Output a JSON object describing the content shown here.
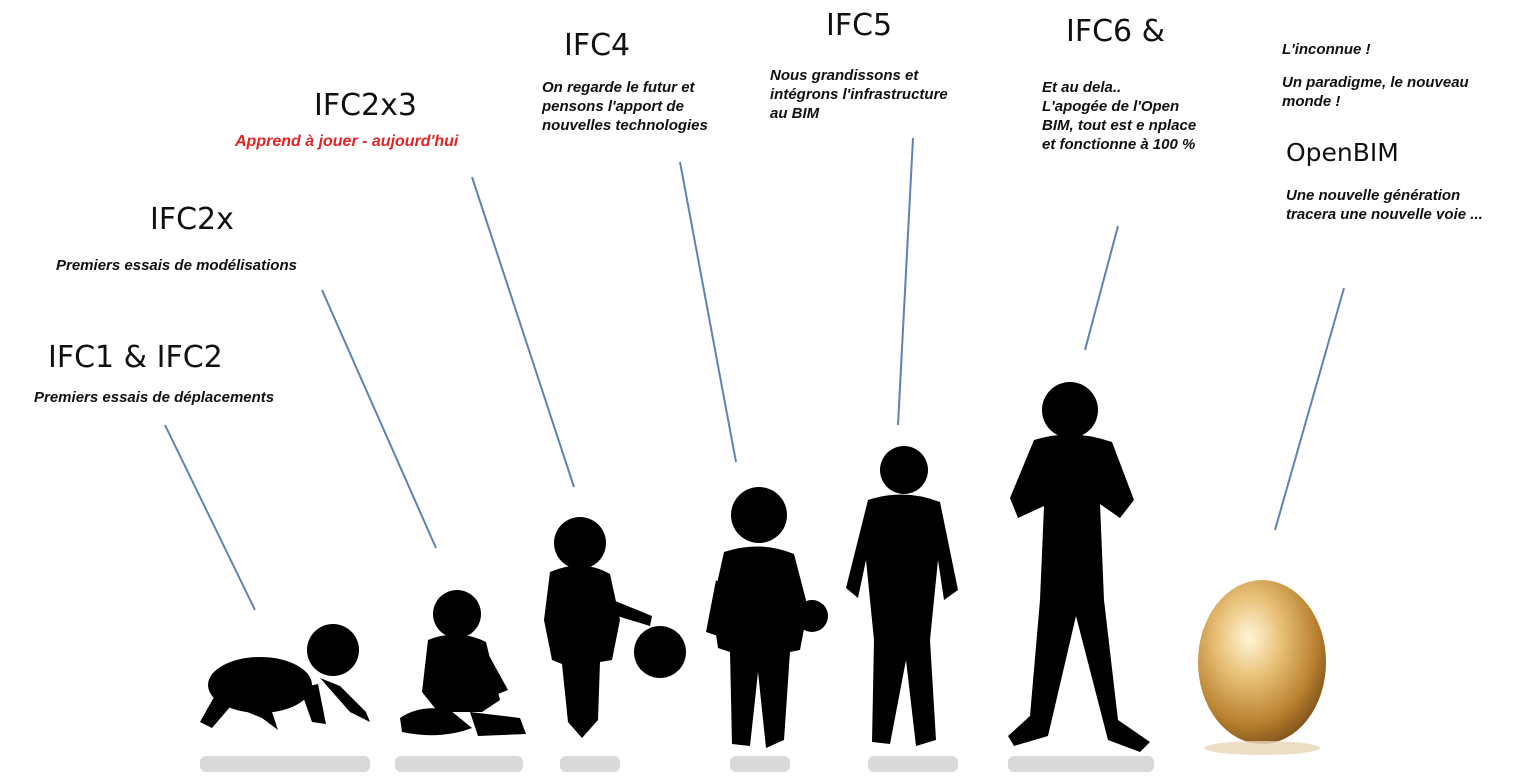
{
  "stages": [
    {
      "id": "ifc1",
      "title": "IFC1 & IFC2",
      "description": [
        "Premiers essais de déplacements"
      ]
    },
    {
      "id": "ifc2x",
      "title": "IFC2x",
      "description": [
        "Premiers essais de modélisations"
      ]
    },
    {
      "id": "ifc2x3",
      "title": "IFC2x3",
      "description": [
        "Apprend à jouer - aujourd'hui"
      ]
    },
    {
      "id": "ifc4",
      "title": "IFC4",
      "description": [
        "On regarde le futur et",
        "pensons l'apport de",
        "nouvelles technologies"
      ]
    },
    {
      "id": "ifc5",
      "title": "IFC5",
      "description": [
        "Nous grandissons et",
        "intégrons l'infrastructure",
        "au BIM"
      ]
    },
    {
      "id": "ifc6",
      "title": "IFC6 &",
      "description": [
        "Et au dela..",
        "L'apogée de l'Open",
        "BIM, tout est e nplace",
        "et fonctionne à 100 %"
      ]
    },
    {
      "id": "openbim",
      "title": "OpenBIM",
      "intro": [
        "L'inconnue !",
        "Un paradigme, le nouveau",
        "monde !"
      ],
      "description": [
        "Une nouvelle génération",
        "tracera une nouvelle voie ..."
      ]
    }
  ],
  "colors": {
    "connector": "#5b84b1",
    "highlight": "#e02424",
    "silhouette": "#000000",
    "egg": "#d4a24a"
  }
}
